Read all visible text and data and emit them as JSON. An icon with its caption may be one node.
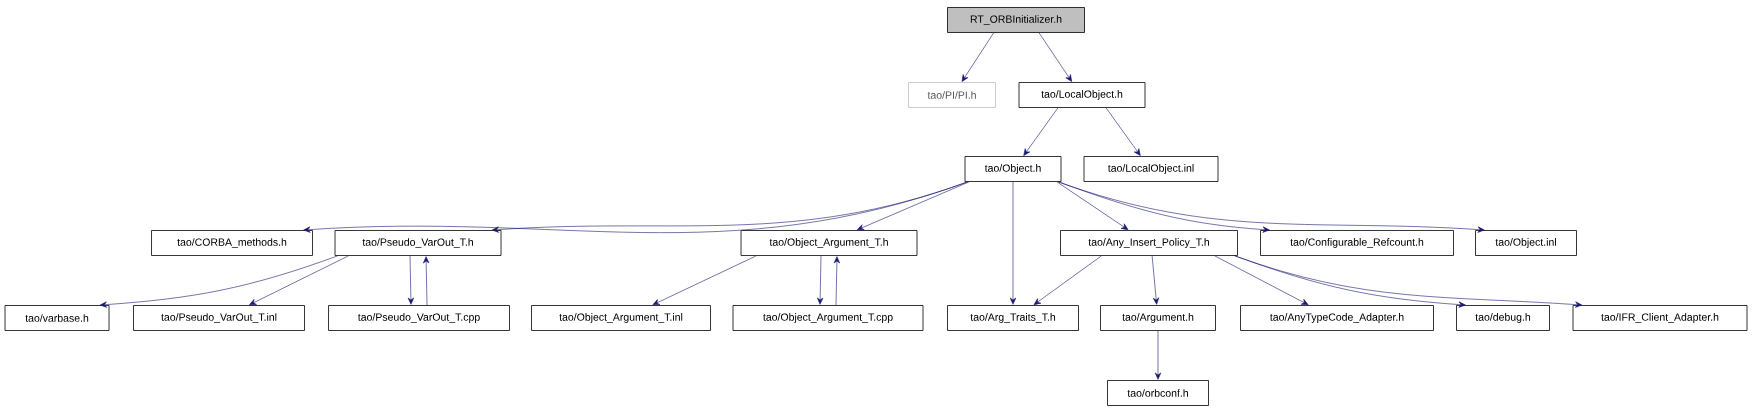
{
  "diagram": {
    "nodes": [
      {
        "text": [
          "RT_ORBInitializer.h"
        ]
      },
      {
        "text": [
          "tao/PI/PI.h"
        ]
      },
      {
        "text": [
          "tao/LocalObject.h"
        ]
      },
      {
        "text": [
          "tao/Object.h"
        ]
      },
      {
        "text": [
          "tao/LocalObject.inl"
        ]
      },
      {
        "text": [
          "tao/CORBA_methods.h"
        ]
      },
      {
        "text": [
          "tao/Pseudo_VarOut_T.h"
        ]
      },
      {
        "text": [
          "tao/Object_Argument_T.h"
        ]
      },
      {
        "text": [
          "tao/Any_Insert_Policy_T.h"
        ]
      },
      {
        "text": [
          "tao/Configurable_Refcount.h"
        ]
      },
      {
        "text": [
          "tao/Object.inl"
        ]
      },
      {
        "text": [
          "tao/varbase.h"
        ]
      },
      {
        "text": [
          "tao/Pseudo_VarOut_T.inl"
        ]
      },
      {
        "text": [
          "tao/Pseudo_VarOut_T.cpp"
        ]
      },
      {
        "text": [
          "tao/Object_Argument_T.inl"
        ]
      },
      {
        "text": [
          "tao/Object_Argument_T.cpp"
        ]
      },
      {
        "text": [
          "tao/Arg_Traits_T.h"
        ]
      },
      {
        "text": [
          "tao/Argument.h"
        ]
      },
      {
        "text": [
          "tao/AnyTypeCode_Adapter.h"
        ]
      },
      {
        "text": [
          "tao/debug.h"
        ]
      },
      {
        "text": [
          "tao/IFR_Client_Adapter.h"
        ]
      },
      {
        "text": [
          "tao/orbconf.h"
        ]
      }
    ],
    "edges": [
      {
        "from": 0,
        "to": 1,
        "arrow": "to"
      },
      {
        "from": 0,
        "to": 2,
        "arrow": "to"
      },
      {
        "from": 2,
        "to": 3,
        "arrow": "to"
      },
      {
        "from": 2,
        "to": 4,
        "arrow": "to"
      },
      {
        "from": 3,
        "to": 5,
        "arrow": "to"
      },
      {
        "from": 3,
        "to": 6,
        "arrow": "to"
      },
      {
        "from": 3,
        "to": 7,
        "arrow": "to"
      },
      {
        "from": 3,
        "to": 16,
        "arrow": "to"
      },
      {
        "from": 3,
        "to": 8,
        "arrow": "to"
      },
      {
        "from": 3,
        "to": 9,
        "arrow": "to"
      },
      {
        "from": 3,
        "to": 10,
        "arrow": "to"
      },
      {
        "from": 6,
        "to": 11,
        "arrow": "to"
      },
      {
        "from": 6,
        "to": 12,
        "arrow": "to"
      },
      {
        "from": 6,
        "to": 13,
        "arrow": "to"
      },
      {
        "from": 13,
        "to": 6,
        "arrow": "to"
      },
      {
        "from": 7,
        "to": 14,
        "arrow": "to"
      },
      {
        "from": 7,
        "to": 15,
        "arrow": "to"
      },
      {
        "from": 15,
        "to": 7,
        "arrow": "to"
      },
      {
        "from": 8,
        "to": 16,
        "arrow": "to"
      },
      {
        "from": 8,
        "to": 17,
        "arrow": "to"
      },
      {
        "from": 8,
        "to": 18,
        "arrow": "to"
      },
      {
        "from": 8,
        "to": 19,
        "arrow": "to"
      },
      {
        "from": 8,
        "to": 20,
        "arrow": "to"
      },
      {
        "from": 17,
        "to": 21,
        "arrow": "to"
      }
    ]
  }
}
